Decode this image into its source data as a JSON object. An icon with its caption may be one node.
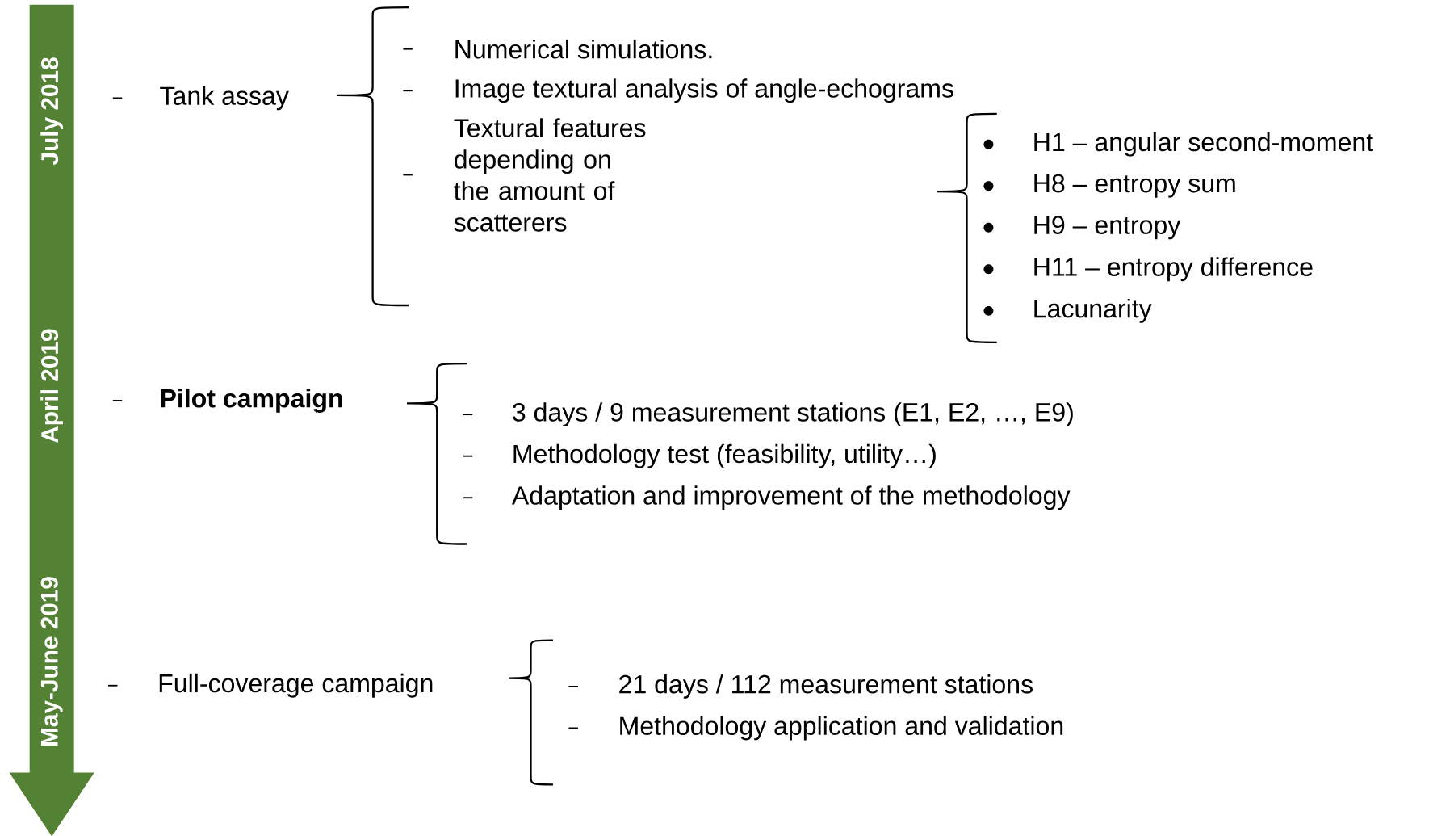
{
  "diagram": {
    "nodes": [
      {
        "text": [
          "July 2018",
          "April 2019",
          "May-June 2019"
        ]
      }
    ],
    "labels": [
      "Tank assay",
      "Numerical simulations.",
      "Image textural analysis of angle-echograms",
      "Textural features depending on the amount of scatterers",
      "H1 – angular second-moment",
      "H8 – entropy sum",
      "H9 – entropy",
      "H11 – entropy difference",
      "Lacunarity",
      "Pilot campaign",
      "3 days / 9 measurement stations (E1, E2, …, E9)",
      "Methodology test (feasibility, utility…)",
      "Adaptation and improvement of the methodology",
      "Full-coverage campaign",
      "21 days / 112 measurement stations",
      "Methodology application and validation"
    ]
  }
}
